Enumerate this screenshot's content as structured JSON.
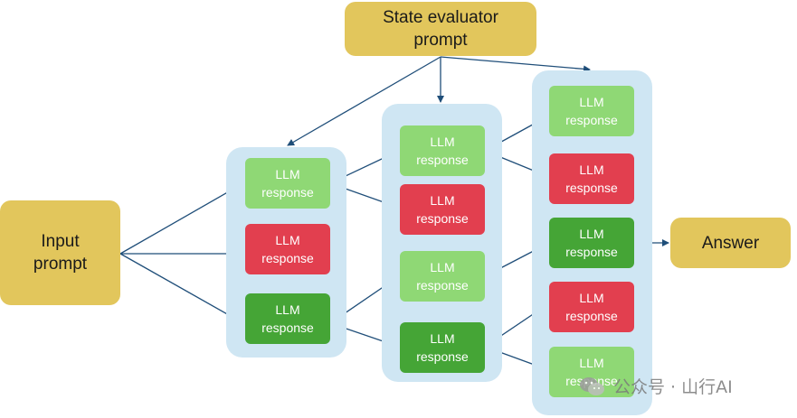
{
  "state_evaluator": {
    "line1": "State evaluator",
    "line2": "prompt"
  },
  "input_prompt": {
    "line1": "Input",
    "line2": "prompt"
  },
  "answer": {
    "label": "Answer"
  },
  "llm_node": {
    "line1": "LLM",
    "line2": "response"
  },
  "watermark": {
    "text": "公众号 · 山行AI"
  },
  "colors": {
    "prompt_box": "#e2c65c",
    "group_bg": "#cfe6f3",
    "response_light_green": "#8fd875",
    "response_red": "#e23f4f",
    "response_dark_green": "#45a536",
    "arrow": "#1f4e79"
  }
}
